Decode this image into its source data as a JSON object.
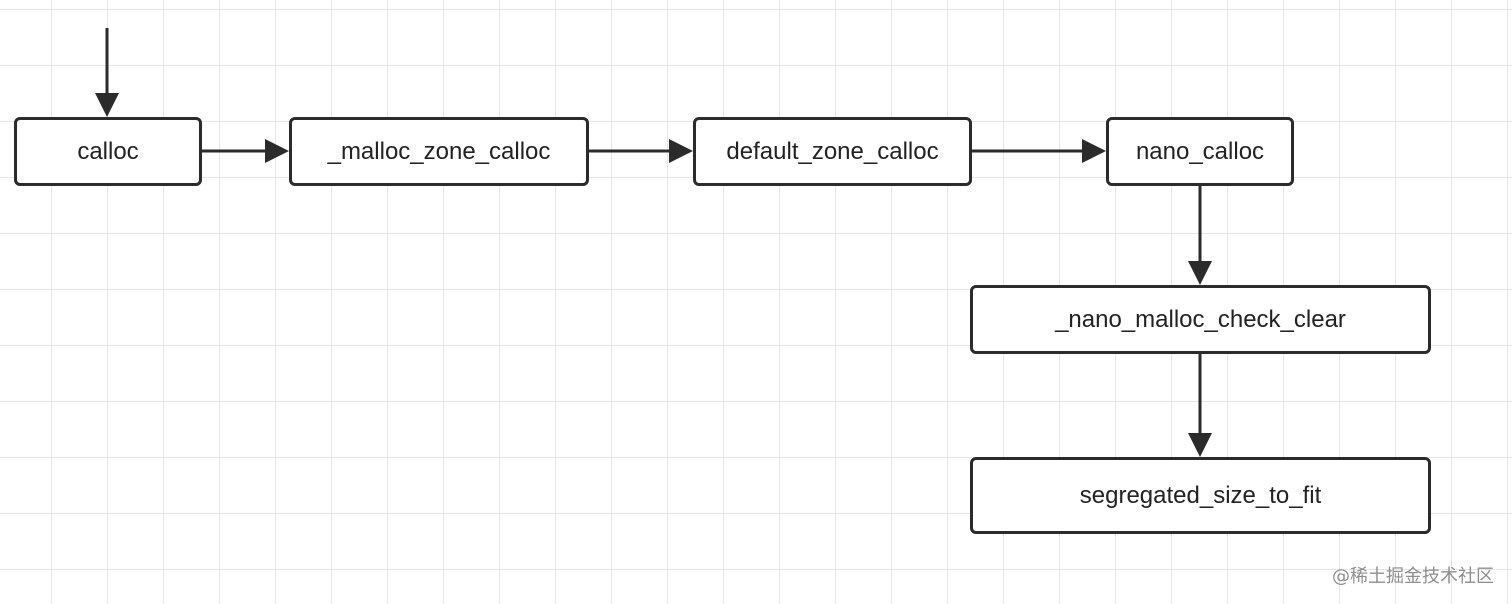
{
  "nodes": {
    "calloc": "calloc",
    "malloc_zone_calloc": "_malloc_zone_calloc",
    "default_zone_calloc": "default_zone_calloc",
    "nano_calloc": "nano_calloc",
    "nano_malloc_check_clear": "_nano_malloc_check_clear",
    "segregated_size_to_fit": "segregated_size_to_fit"
  },
  "edges": [
    {
      "from": "entry",
      "to": "calloc"
    },
    {
      "from": "calloc",
      "to": "malloc_zone_calloc"
    },
    {
      "from": "malloc_zone_calloc",
      "to": "default_zone_calloc"
    },
    {
      "from": "default_zone_calloc",
      "to": "nano_calloc"
    },
    {
      "from": "nano_calloc",
      "to": "nano_malloc_check_clear"
    },
    {
      "from": "nano_malloc_check_clear",
      "to": "segregated_size_to_fit"
    }
  ],
  "watermark": "@稀土掘金技术社区",
  "colors": {
    "stroke": "#2b2b2b",
    "grid": "#e6e6e6",
    "background": "#ffffff"
  }
}
